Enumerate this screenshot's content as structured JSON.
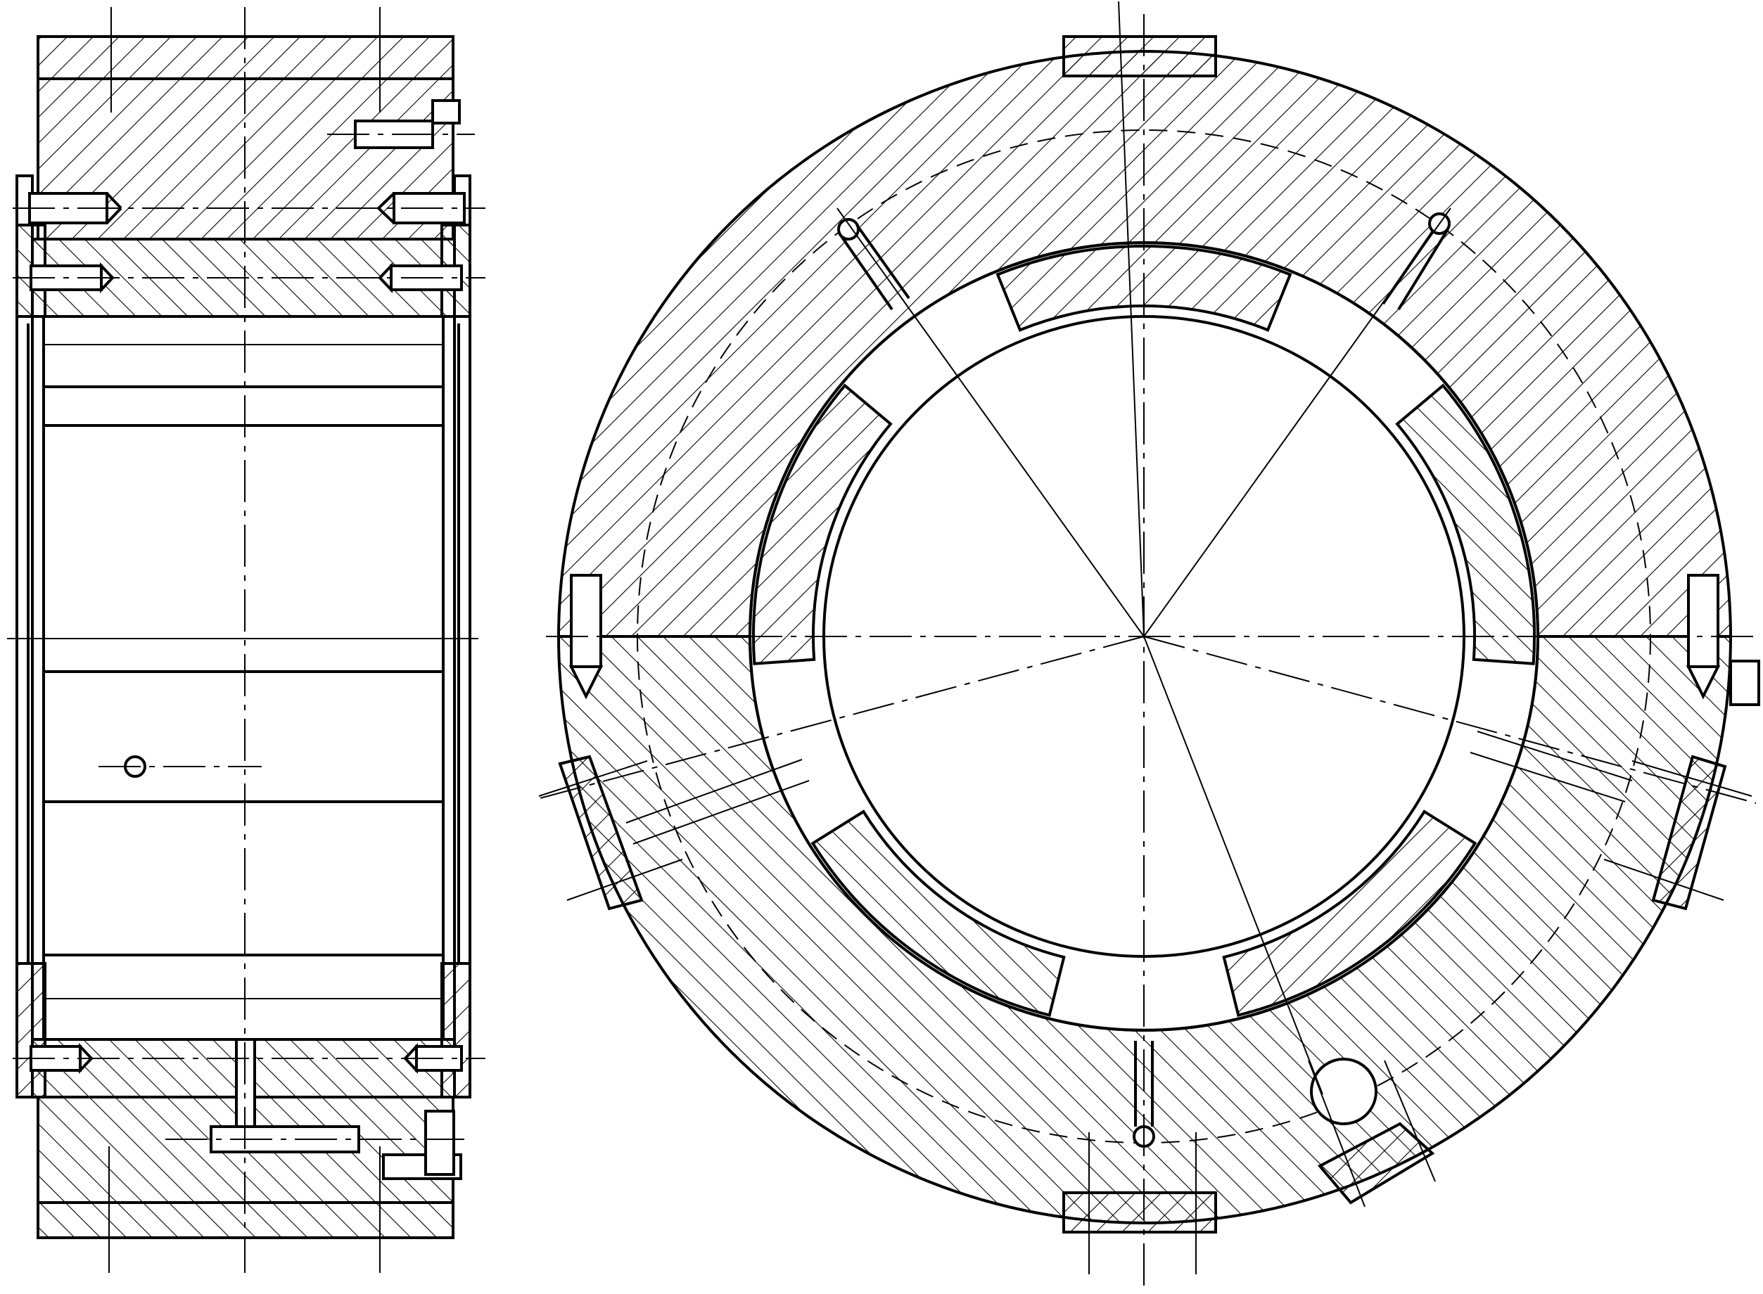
{
  "drawing": {
    "views": [
      "side-section-view",
      "front-section-view"
    ],
    "colors": {
      "line": "#000000",
      "background": "#ffffff"
    },
    "pads_count": 5
  }
}
